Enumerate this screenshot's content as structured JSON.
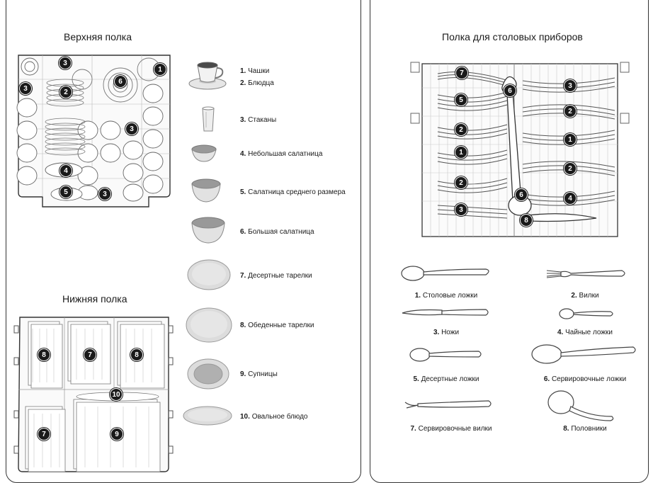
{
  "upper": {
    "title": "Верхняя полка",
    "badges": [
      "3",
      "1",
      "3",
      "2",
      "6",
      "3",
      "4",
      "5",
      "3"
    ],
    "items": [
      {
        "num": "1.",
        "text": "Чашки"
      },
      {
        "num": "2.",
        "text": "Блюдца"
      },
      {
        "num": "3.",
        "text": "Стаканы"
      },
      {
        "num": "4.",
        "text": "Небольшая салатница"
      },
      {
        "num": "5.",
        "text": "Салатница среднего размера"
      },
      {
        "num": "6.",
        "text": "Большая салатница"
      },
      {
        "num": "7.",
        "text": "Десертные тарелки"
      },
      {
        "num": "8.",
        "text": "Обеденные тарелки"
      },
      {
        "num": "9.",
        "text": "Супницы"
      },
      {
        "num": "10.",
        "text": "Овальное блюдо"
      }
    ]
  },
  "lower": {
    "title": "Нижняя полка",
    "badges": [
      "8",
      "7",
      "8",
      "10",
      "7",
      "9"
    ]
  },
  "cutlery": {
    "title": "Полка для столовых приборов",
    "badges": [
      "7",
      "6",
      "3",
      "5",
      "2",
      "2",
      "1",
      "1",
      "2",
      "2",
      "6",
      "4",
      "3",
      "8"
    ],
    "items": [
      {
        "num": "1.",
        "text": "Столовые ложки"
      },
      {
        "num": "2.",
        "text": "Вилки"
      },
      {
        "num": "3.",
        "text": "Ножи"
      },
      {
        "num": "4.",
        "text": "Чайные ложки"
      },
      {
        "num": "5.",
        "text": "Десертные ложки"
      },
      {
        "num": "6.",
        "text": "Сервировочные ложки"
      },
      {
        "num": "7.",
        "text": "Сервировочные вилки"
      },
      {
        "num": "8.",
        "text": "Половники"
      }
    ]
  }
}
